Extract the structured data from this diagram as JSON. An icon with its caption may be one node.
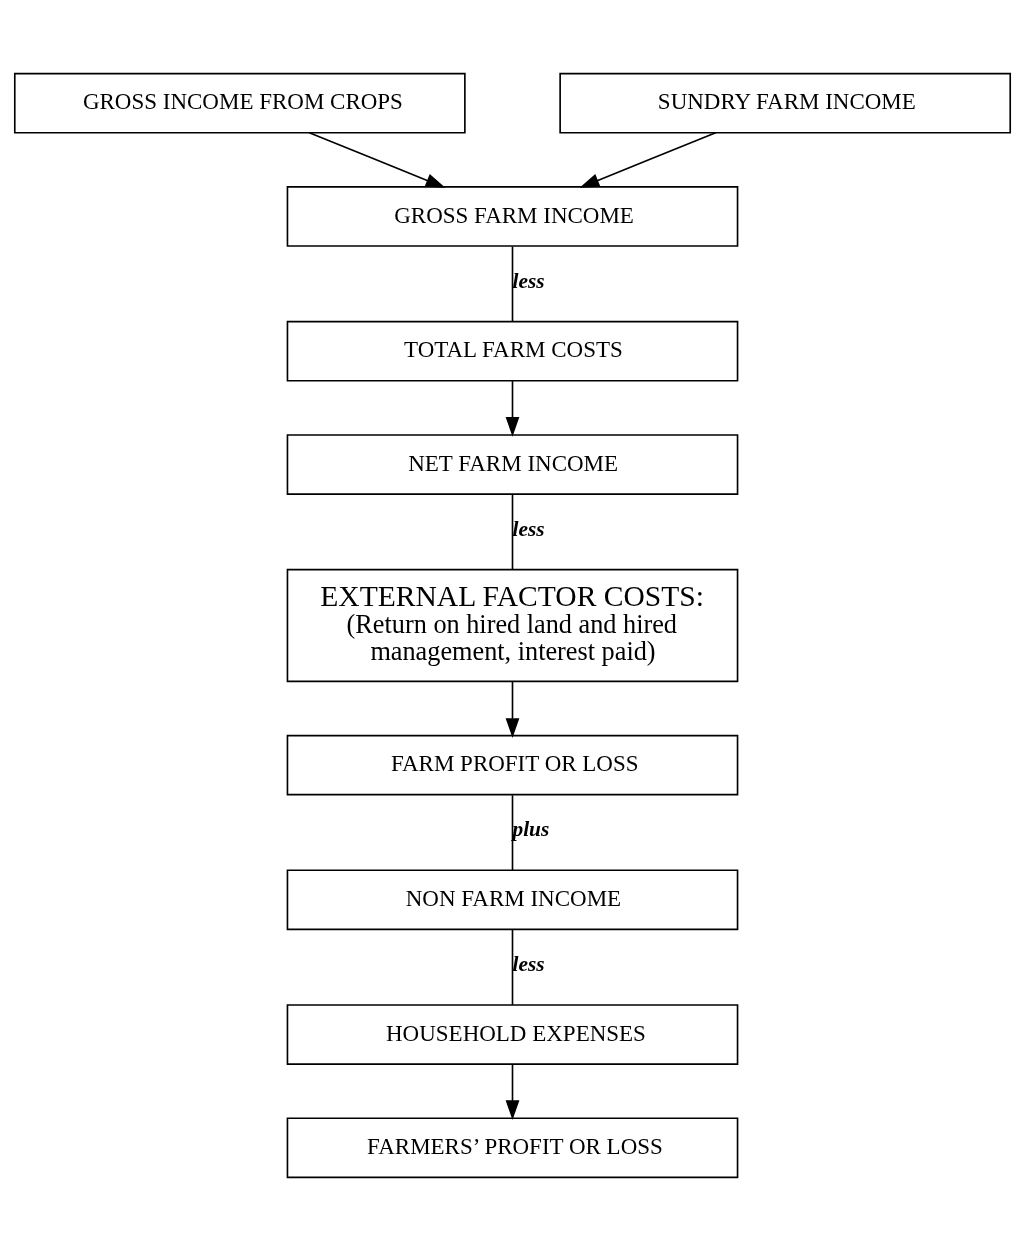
{
  "diagram": {
    "nodes": [
      {
        "text": [
          "GROSS INCOME FROM CROPS"
        ]
      },
      {
        "text": [
          "SUNDRY FARM INCOME"
        ]
      },
      {
        "text": [
          "GROSS FARM INCOME"
        ]
      },
      {
        "text": [
          "TOTAL FARM COSTS"
        ]
      },
      {
        "text": [
          "NET FARM INCOME"
        ]
      },
      {
        "text": [
          "EXTERNAL FACTOR COSTS:",
          "(Return on hired land and hired management, interest paid)"
        ]
      },
      {
        "text": [
          "FARM PROFIT OR LOSS"
        ]
      },
      {
        "text": [
          "NON FARM INCOME"
        ]
      },
      {
        "text": [
          "HOUSEHOLD EXPENSES"
        ]
      },
      {
        "text": [
          "FARMERS’ PROFIT OR LOSS"
        ]
      }
    ],
    "edges": [
      {
        "from": 0,
        "to": 2,
        "arrow": "to"
      },
      {
        "from": 1,
        "to": 2,
        "arrow": "to"
      },
      {
        "from": 2,
        "to": 3,
        "arrow": "none",
        "label": "less"
      },
      {
        "from": 3,
        "to": 4,
        "arrow": "to"
      },
      {
        "from": 4,
        "to": 5,
        "arrow": "none",
        "label": "less"
      },
      {
        "from": 5,
        "to": 6,
        "arrow": "to"
      },
      {
        "from": 6,
        "to": 7,
        "arrow": "none",
        "label": "plus"
      },
      {
        "from": 7,
        "to": 8,
        "arrow": "none",
        "label": "less"
      },
      {
        "from": 8,
        "to": 9,
        "arrow": "to"
      }
    ]
  }
}
